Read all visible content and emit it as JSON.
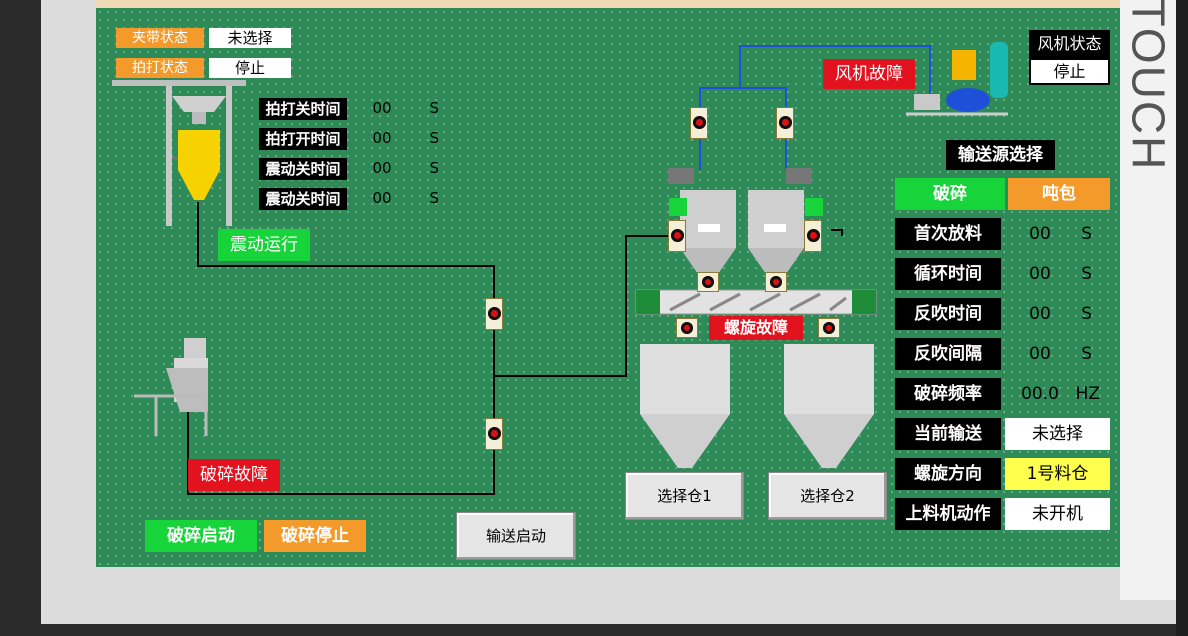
{
  "status": {
    "clamp_label": "夹带状态",
    "clamp_value": "未选择",
    "tap_label": "拍打状态",
    "tap_value": "停止"
  },
  "timers": [
    {
      "label": "拍打关时间",
      "value": "00",
      "unit": "S"
    },
    {
      "label": "拍打开时间",
      "value": "00",
      "unit": "S"
    },
    {
      "label": "震动关时间",
      "value": "00",
      "unit": "S"
    },
    {
      "label": "震动关时间",
      "value": "00",
      "unit": "S"
    }
  ],
  "vibration_running": "震动运行",
  "crusher_fault": "破碎故障",
  "fan_fault": "风机故障",
  "fan_status": {
    "label": "风机状态",
    "value": "停止"
  },
  "screw_fault": "螺旋故障",
  "conveyor_source": {
    "title": "输送源选择",
    "option_crush": "破碎",
    "option_bag": "吨包"
  },
  "params": [
    {
      "label": "首次放料",
      "value": "00",
      "unit": "S"
    },
    {
      "label": "循环时间",
      "value": "00",
      "unit": "S"
    },
    {
      "label": "反吹时间",
      "value": "00",
      "unit": "S"
    },
    {
      "label": "反吹间隔",
      "value": "00",
      "unit": "S"
    },
    {
      "label": "破碎频率",
      "value": "00.0",
      "unit": "HZ"
    }
  ],
  "info": [
    {
      "label": "当前输送",
      "value": "未选择"
    },
    {
      "label": "螺旋方向",
      "value": "1号料仓"
    },
    {
      "label": "上料机动作",
      "value": "未开机"
    }
  ],
  "buttons": {
    "silo1": "选择仓1",
    "silo2": "选择仓2",
    "crush_start": "破碎启动",
    "crush_stop": "破碎停止",
    "convey_start": "输送启动"
  },
  "bezel_text": "TOUCH",
  "colors": {
    "panel": "#2e8b57",
    "orange": "#f39a2b",
    "green": "#17d43a",
    "red": "#e3121f",
    "yellow": "#ffff4d"
  }
}
